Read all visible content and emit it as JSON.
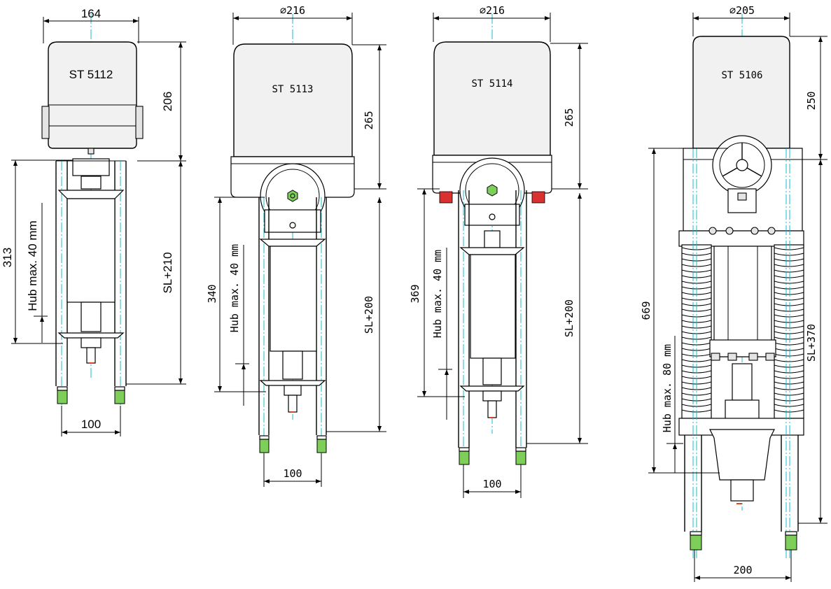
{
  "actuators": [
    {
      "model": "ST 5112",
      "top_width": "164",
      "head_height": "206",
      "overall_height": "313",
      "stroke": "Hub max. 40 mm",
      "base_length": "SL+210",
      "pillar_distance": "100"
    },
    {
      "model": "ST 5113",
      "top_width": "⌀216",
      "head_height": "265",
      "overall_height": "340",
      "stroke": "Hub max. 40 mm",
      "base_length": "SL+200",
      "pillar_distance": "100"
    },
    {
      "model": "ST 5114",
      "top_width": "⌀216",
      "head_height": "265",
      "overall_height": "369",
      "stroke": "Hub max. 40 mm",
      "base_length": "SL+200",
      "pillar_distance": "100"
    },
    {
      "model": "ST 5106",
      "top_width": "⌀205",
      "head_height": "250",
      "overall_height": "669",
      "stroke": "Hub max. 80 mm",
      "base_length": "SL+370",
      "pillar_distance": "200"
    }
  ],
  "colors": {
    "line": "#000000",
    "center_line": "#00b7c8",
    "valve_nut": "#7ecf5a",
    "cable_gland": "#d93030",
    "hood": "#f1f1f1"
  }
}
